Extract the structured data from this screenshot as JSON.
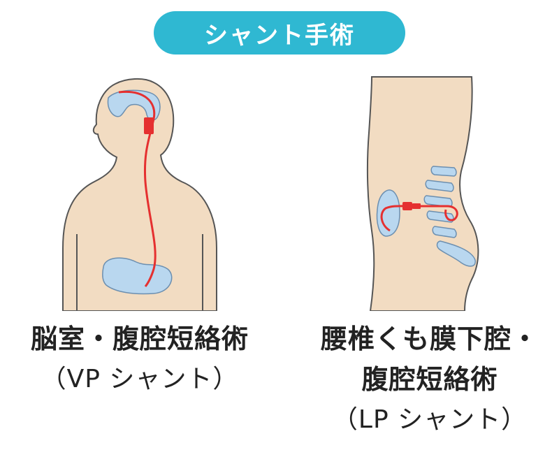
{
  "title": "シャント手術",
  "colors": {
    "title_bg": "#2fb8d2",
    "skin": "#f2dcc2",
    "outline": "#555555",
    "organ": "#b9d7ef",
    "organ_outline": "#6c8fb0",
    "tube": "#e53030"
  },
  "figures": [
    {
      "id": "vp",
      "caption_line1": "脳室・腹腔短絡術",
      "caption_line2": "（VP シャント）"
    },
    {
      "id": "lp",
      "caption_line1": "腰椎くも膜下腔・",
      "caption_line2": "腹腔短絡術",
      "caption_line3": "（LP シャント）"
    }
  ]
}
